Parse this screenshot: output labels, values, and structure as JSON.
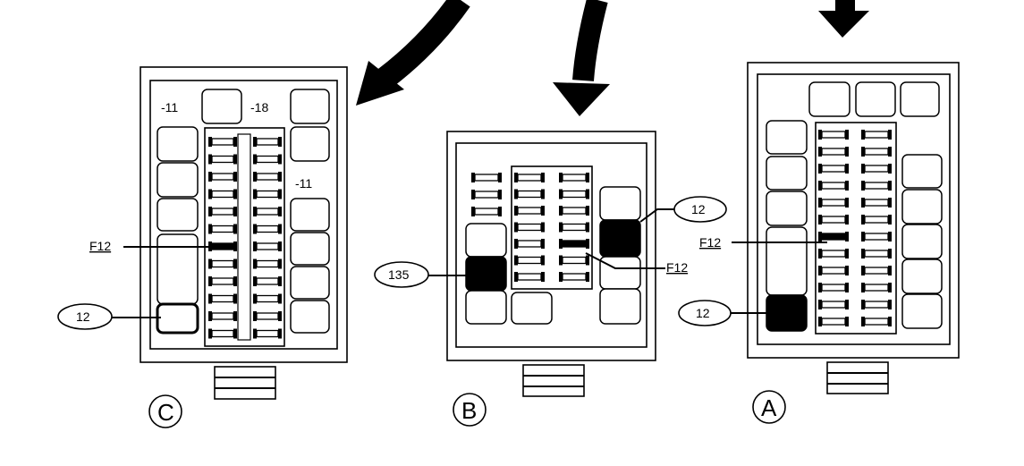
{
  "title": "Fuse box locations",
  "boxes": [
    {
      "id": "C",
      "letter": "C",
      "fuse_label": "F12",
      "relay_label": "12",
      "small_labels": [
        "-11",
        "-18",
        "-11"
      ]
    },
    {
      "id": "B",
      "letter": "B",
      "fuse_label": "F12",
      "relay_label": "12",
      "relay_label_2": "135"
    },
    {
      "id": "A",
      "letter": "A",
      "fuse_label": "F12",
      "relay_label": "12"
    }
  ],
  "colors": {
    "ink": "#000000",
    "paper": "#ffffff"
  }
}
